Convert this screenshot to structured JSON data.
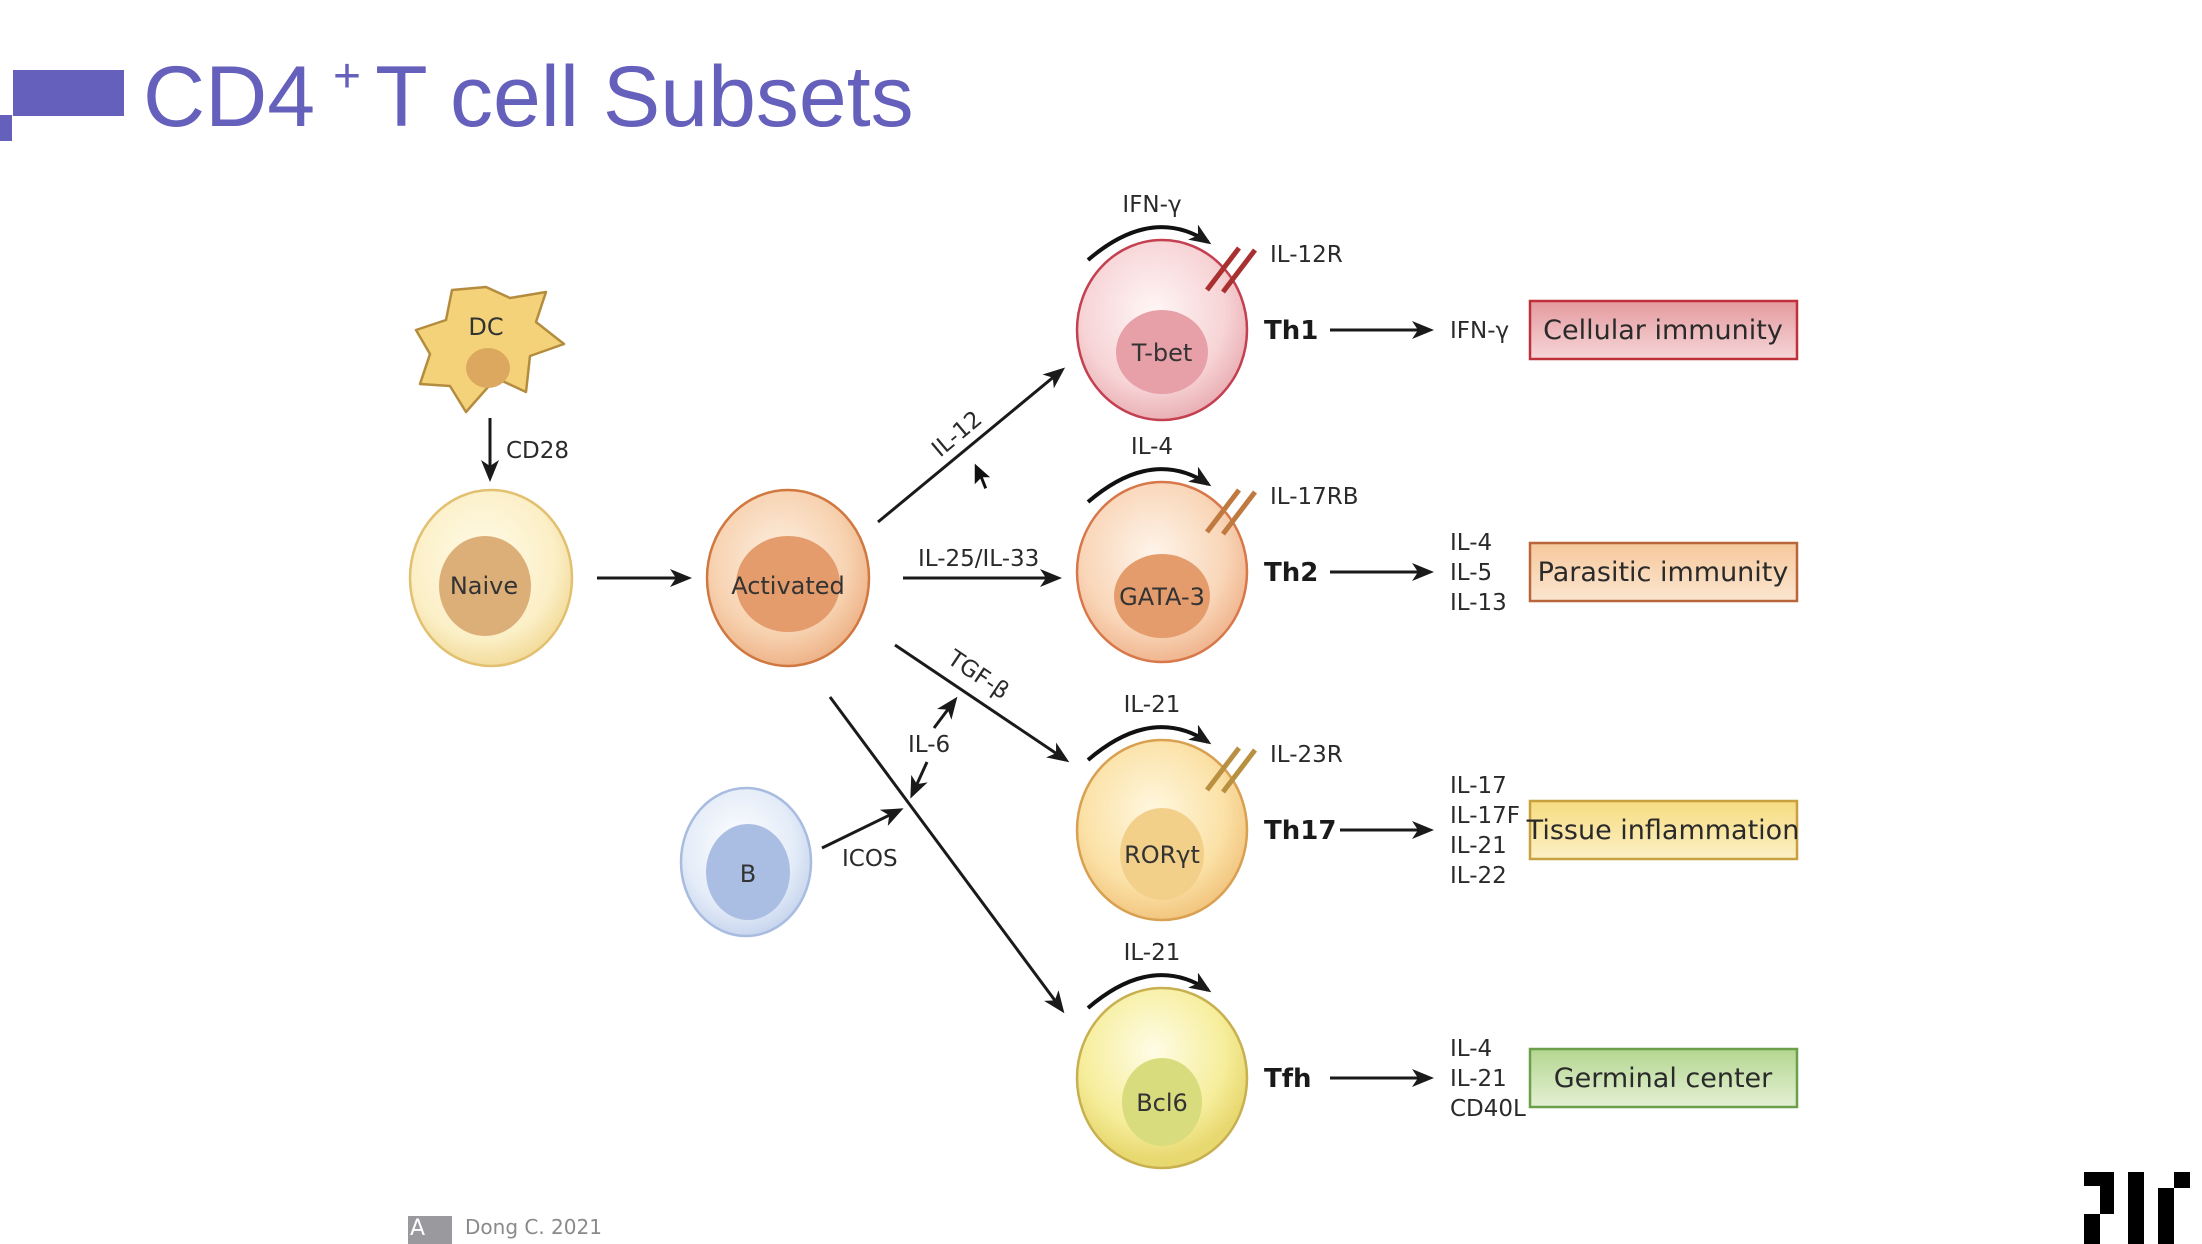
{
  "slide": {
    "title_main": "CD4",
    "title_sup": "+",
    "title_rest": "T cell Subsets",
    "accent_color": "#6560bb"
  },
  "diagram": {
    "cells": {
      "dc": "DC",
      "naive": "Naive",
      "activated": "Activated",
      "b_cell": "B"
    },
    "signals": {
      "cd28": "CD28",
      "il12": "IL-12",
      "il25_il33": "IL-25/IL-33",
      "tgfb": "TGF-β",
      "il6": "IL-6",
      "icos": "ICOS"
    },
    "subsets": [
      {
        "name": "Th1",
        "transcription_factor": "T-bet",
        "autocrine": "IFN-γ",
        "receptor": "IL-12R",
        "cytokines": [
          "IFN-γ"
        ],
        "function": "Cellular immunity",
        "color": "#c0303a"
      },
      {
        "name": "Th2",
        "transcription_factor": "GATA-3",
        "autocrine": "IL-4",
        "receptor": "IL-17RB",
        "cytokines": [
          "IL-4",
          "IL-5",
          "IL-13"
        ],
        "function": "Parasitic immunity",
        "color": "#c8642a"
      },
      {
        "name": "Th17",
        "transcription_factor": "RORγt",
        "autocrine": "IL-21",
        "receptor": "IL-23R",
        "cytokines": [
          "IL-17",
          "IL-17F",
          "IL-21",
          "IL-22"
        ],
        "function": "Tissue inflammation",
        "color": "#c8a040"
      },
      {
        "name": "Tfh",
        "transcription_factor": "Bcl6",
        "autocrine": "IL-21",
        "receptor": "",
        "cytokines": [
          "IL-4",
          "IL-21",
          "CD40L"
        ],
        "function": "Germinal center",
        "color": "#6aa04a"
      }
    ]
  },
  "footer": {
    "citation": "Dong C. 2021",
    "citation_logo": "A"
  }
}
